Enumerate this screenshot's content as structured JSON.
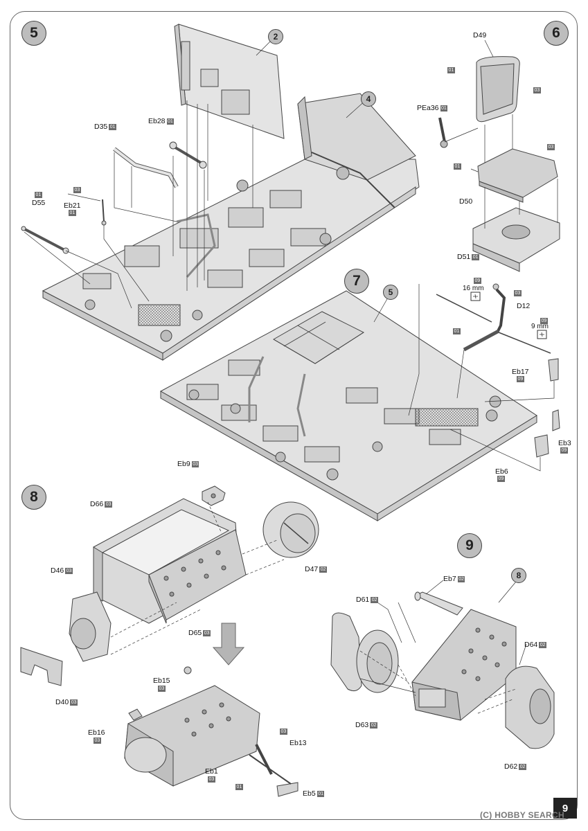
{
  "steps": {
    "s5": "5",
    "s6": "6",
    "s7": "7",
    "s8": "8",
    "s9": "9"
  },
  "subassemblies": {
    "a2": "2",
    "a4": "4",
    "a5": "5",
    "a8": "8"
  },
  "sprues": {
    "g01": "01",
    "g02": "02",
    "g03": "03",
    "g09": "09"
  },
  "parts": {
    "D35": "D35",
    "Eb28": "Eb28",
    "D55": "D55",
    "Eb21": "Eb21",
    "D49": "D49",
    "PEa36": "PEa36",
    "D50": "D50",
    "D51": "D51",
    "D12": "D12",
    "Eb17": "Eb17",
    "Eb3": "Eb3",
    "Eb6": "Eb6",
    "Eb9": "Eb9",
    "D66": "D66",
    "D46": "D46",
    "D47": "D47",
    "D65": "D65",
    "D40": "D40",
    "Eb15": "Eb15",
    "Eb16": "Eb16",
    "Eb13": "Eb13",
    "Eb1": "Eb1",
    "Eb5": "Eb5",
    "Eb7": "Eb7",
    "D61": "D61",
    "D64": "D64",
    "D63": "D63",
    "D62": "D62"
  },
  "measures": {
    "m16": "16 mm",
    "m9": "9 mm"
  },
  "page_number": "9",
  "watermark": "(C) HOBBY SEARCH",
  "icons": [
    "cut-wire-icon",
    "arrow-down-icon"
  ]
}
